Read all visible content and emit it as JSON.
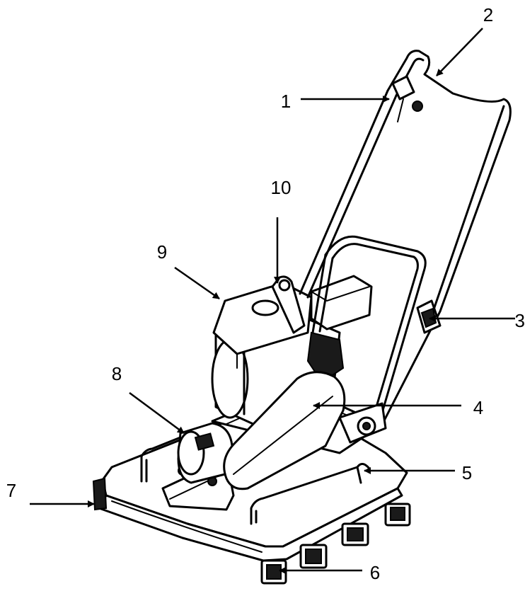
{
  "callouts": [
    {
      "id": "1",
      "label": "1"
    },
    {
      "id": "2",
      "label": "2"
    },
    {
      "id": "3",
      "label": "3"
    },
    {
      "id": "4",
      "label": "4"
    },
    {
      "id": "5",
      "label": "5"
    },
    {
      "id": "6",
      "label": "6"
    },
    {
      "id": "7",
      "label": "7"
    },
    {
      "id": "8",
      "label": "8"
    },
    {
      "id": "9",
      "label": "9"
    },
    {
      "id": "10",
      "label": "10"
    }
  ],
  "colors": {
    "line": "#000000",
    "background": "#ffffff",
    "dark_fill": "#1a1a1a"
  }
}
